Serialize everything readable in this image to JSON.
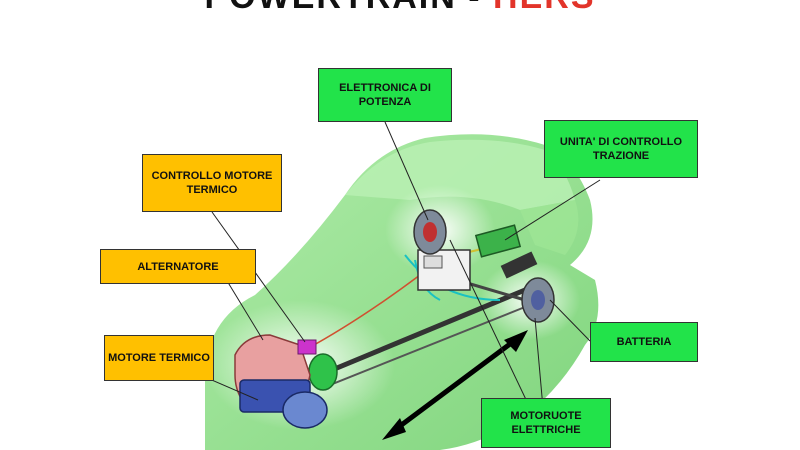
{
  "title": {
    "main": "POWERTRAIN",
    "highlight": "HERS"
  },
  "colors": {
    "green_label": "#22e34a",
    "orange_label": "#ffc000",
    "car_body": "#8ee08a"
  },
  "labels": {
    "elettronica": "ELETTRONICA DI POTENZA",
    "unita": "UNITA' DI CONTROLLO TRAZIONE",
    "controllo_motore": "CONTROLLO MOTORE TERMICO",
    "alternatore": "ALTERNATORE",
    "motore_termico": "MOTORE TERMICO",
    "batteria": "BATTERIA",
    "motoruote": "MOTORUOTE ELETTRICHE"
  }
}
